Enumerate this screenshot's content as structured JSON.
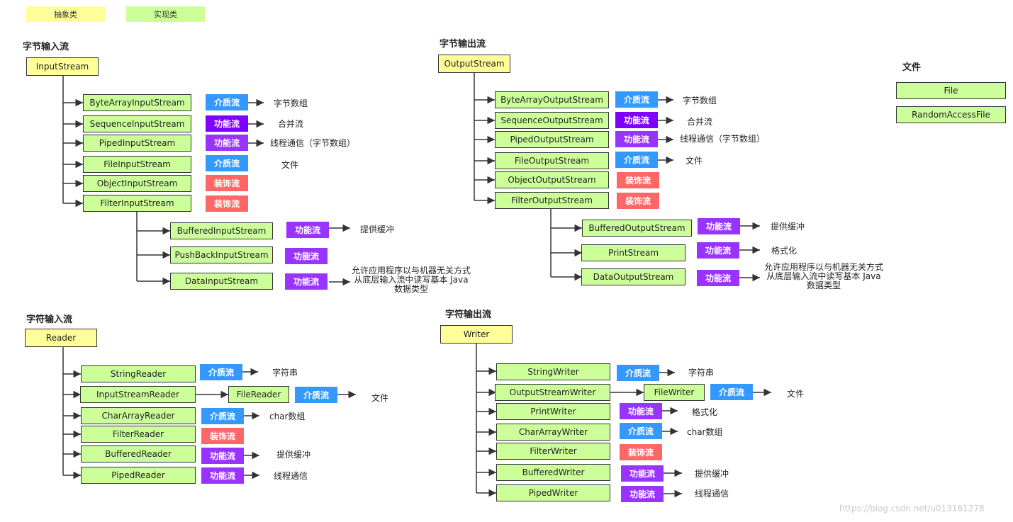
{
  "legend": {
    "abstract": "抽象类",
    "concrete": "实现类"
  },
  "colors": {
    "abstract": "#ffff99",
    "concrete": "#ccff99",
    "medium": "#3399ff",
    "function": "#9933ff",
    "decorator": "#ff6666",
    "line": "#333333"
  },
  "sections": {
    "byte_in": "字节输入流",
    "byte_out": "字节输出流",
    "file": "文件",
    "char_in": "字符输入流",
    "char_out": "字符输出流"
  },
  "tags": {
    "medium": "介质流",
    "function": "功能流",
    "decorator": "装饰流"
  },
  "byte_in": {
    "root": "InputStream",
    "classes": [
      "ByteArrayInputStream",
      "SequenceInputStream",
      "PipedInputStream",
      "FileInputStream",
      "ObjectInputStream",
      "FilterInputStream"
    ],
    "filter_children": [
      "BufferedInputStream",
      "PushBackInputStream",
      "DataInputStream"
    ],
    "descs": [
      "字节数组",
      "合并流",
      "线程通信（字节数组）",
      "文件",
      "提供缓冲",
      "允许应用程序以与机器无关方式从底层输入流中读写基本 Java 数据类型"
    ]
  },
  "byte_out": {
    "root": "OutputStream",
    "classes": [
      "ByteArrayOutputStream",
      "SequenceOutputStream",
      "PipedOutputStream",
      "FileOutputStream",
      "ObjectOutputStream",
      "FilterOutputStream"
    ],
    "filter_children": [
      "BufferedOutputStream",
      "PrintStream",
      "DataOutputStream"
    ],
    "descs": [
      "字节数组",
      "合并流",
      "线程通信（字节数组）",
      "文件",
      "提供缓冲",
      "格式化",
      "允许应用程序以与机器无关方式从底层输入流中读写基本 Java 数据类型"
    ]
  },
  "file": {
    "items": [
      "File",
      "RandomAccessFile"
    ]
  },
  "char_in": {
    "root": "Reader",
    "classes": [
      "StringReader",
      "InputStreamReader",
      "CharArrayReader",
      "FilterReader",
      "BufferedReader",
      "PipedReader"
    ],
    "child": "FileReader",
    "descs": [
      "字符串",
      "文件",
      "char数组",
      "提供缓冲",
      "线程通信"
    ]
  },
  "char_out": {
    "root": "Writer",
    "classes": [
      "StringWriter",
      "OutputStreamWriter",
      "PrintWriter",
      "CharArrayWriter",
      "FilterWriter",
      "BufferedWriter",
      "PipedWriter"
    ],
    "child": "FileWriter",
    "descs": [
      "字符串",
      "文件",
      "格式化",
      "char数组",
      "提供缓冲",
      "线程通信"
    ]
  },
  "watermark": "https://blog.csdn.net/u013161278"
}
